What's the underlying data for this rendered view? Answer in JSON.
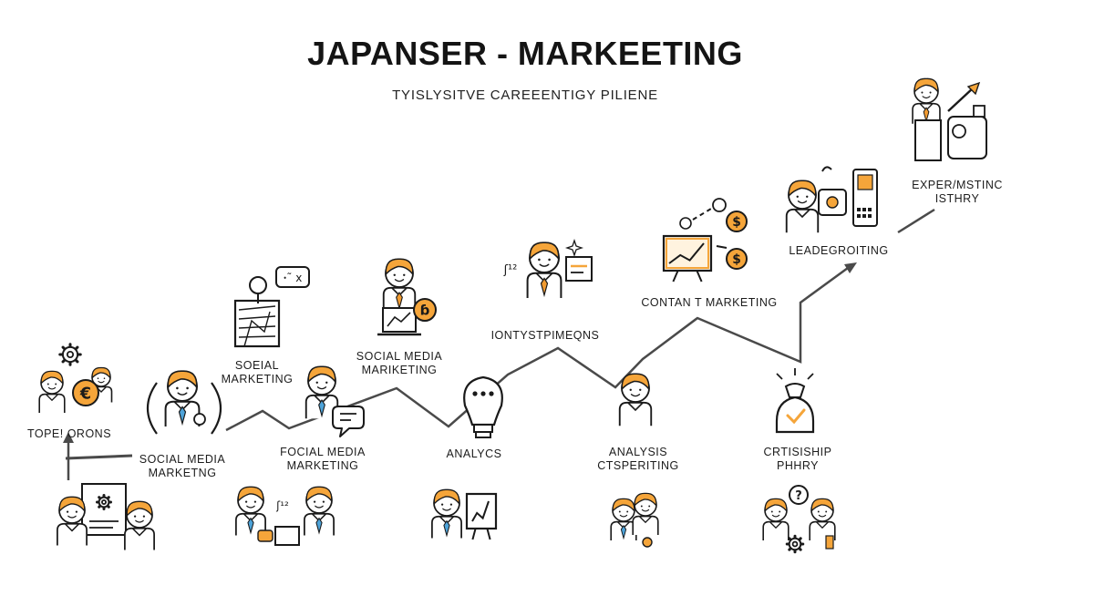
{
  "header": {
    "title": "JAPANSER - MARKEETING",
    "subtitle": "TYISLYSITVE CAREEENTIGY PILIENE"
  },
  "labels": {
    "topeorons": "TOPE! ORONS",
    "social_marketing": [
      "SOEIAL",
      "MARKETING"
    ],
    "social_media_marketing_1": [
      "SOCIAL MEDIA",
      "MARKETNG"
    ],
    "focial_media_marketing": [
      "FOCIAL MEDIA",
      "MARKETING"
    ],
    "social_media_marketing_2": [
      "SOCIAL MEDIA",
      "MARIKETING"
    ],
    "analycs": "ANALYCS",
    "iontystpimeqns": "IONTYSTPIMEQNS",
    "analysis_ctsperiting": [
      "ANALYSIS",
      "CTSPERITING"
    ],
    "contant_marketing": "CONTAN T MARKETING",
    "crtisiship_phhry": [
      "CRTISISHIP",
      "PHHRY"
    ],
    "leadegroiting": "LEADEGROITING",
    "expermstinc_isthry": [
      "EXPER/MSTINC",
      "ISTHRY"
    ]
  },
  "icon_texts": {
    "speech_left": "ꞏ˜ x",
    "hand_note": "ʃ¹²"
  },
  "colors": {
    "accent": "#F5A53A",
    "line": "#4a4a4a",
    "ink": "#1a1a1a",
    "tie": "#4DA3D9",
    "tie_orange": "#F29B30"
  }
}
